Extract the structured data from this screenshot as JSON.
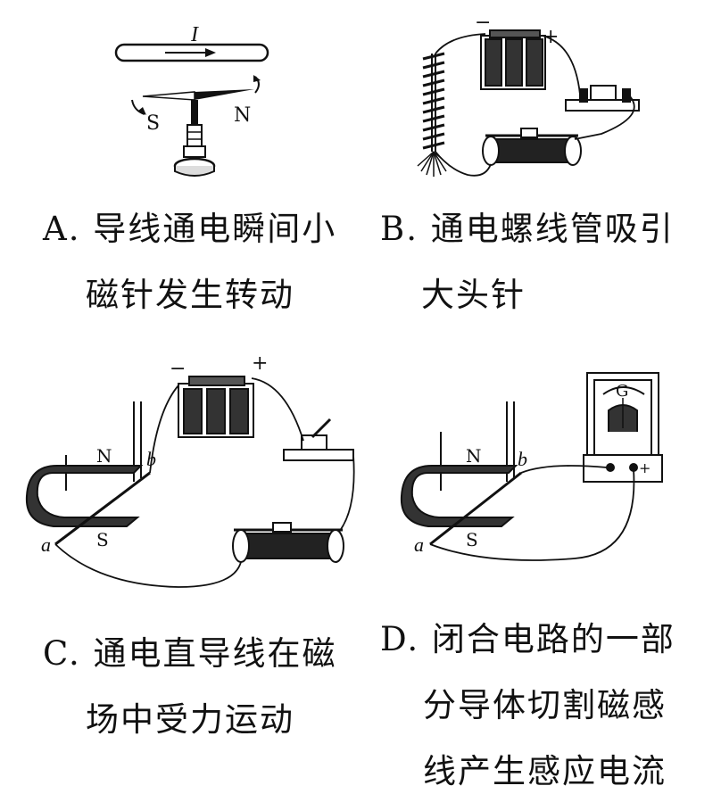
{
  "panels": {
    "a": {
      "caption_line1": "A. 导线通电瞬间小",
      "caption_line2": "磁针发生转动",
      "current_label": "I",
      "pole_s": "S",
      "pole_n": "N"
    },
    "b": {
      "caption_line1": "B. 通电螺线管吸引",
      "caption_line2": "大头针",
      "minus": "−",
      "plus": "+"
    },
    "c": {
      "caption_line1": "C. 通电直导线在磁",
      "caption_line2": "场中受力运动",
      "minus": "−",
      "plus": "+",
      "pole_n": "N",
      "pole_s": "S",
      "end_a": "a",
      "end_b": "b"
    },
    "d": {
      "caption_line1": "D. 闭合电路的一部",
      "caption_line2": "分导体切割磁感",
      "caption_line3": "线产生感应电流",
      "meter_g": "G",
      "plus": "+",
      "pole_n": "N",
      "pole_s": "S",
      "end_a": "a",
      "end_b": "b"
    }
  }
}
